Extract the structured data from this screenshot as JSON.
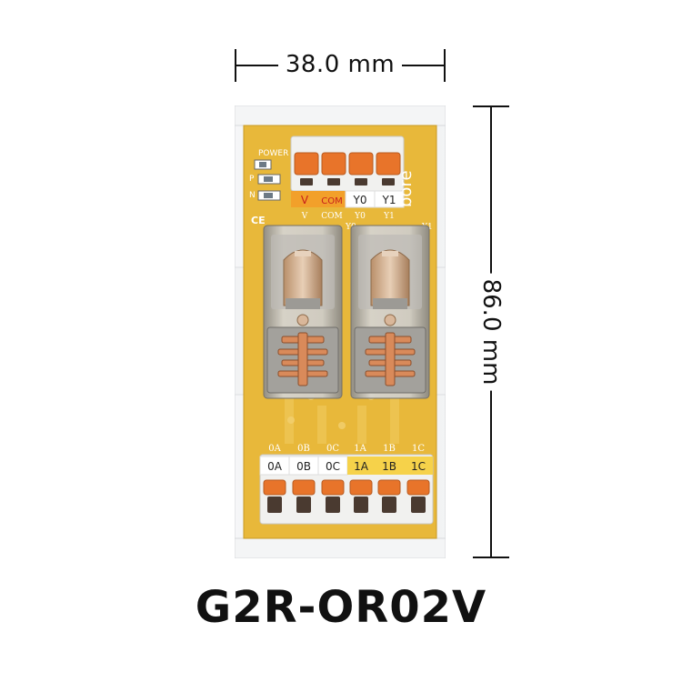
{
  "dimensions": {
    "width_label": "38.0 mm",
    "height_label": "86.0 mm"
  },
  "model": "G2R-OR02V",
  "board": {
    "brand": "bore",
    "led_labels": [
      "POWER",
      "P",
      "N"
    ],
    "top_terminals": [
      "V",
      "COM",
      "Y0",
      "Y1"
    ],
    "top_silkscreen": [
      "V",
      "COM",
      "Y0",
      "Y1"
    ],
    "top_side_marks": [
      "Y0",
      "Y1"
    ],
    "cert_mark": "CE",
    "bottom_terminals": [
      "0A",
      "0B",
      "0C",
      "1A",
      "1B",
      "1C"
    ],
    "bottom_silkscreen": [
      "0A",
      "0B",
      "0C",
      "1A",
      "1B",
      "1C"
    ]
  },
  "colors": {
    "pcb": "#e8b83a",
    "label_orange": "#f2a02a",
    "label_yellow": "#f6d24a",
    "lever": "#e8742a",
    "rail": "#eceef0",
    "relay_shell": "#b9b7b2",
    "copper": "#d98a5a"
  }
}
